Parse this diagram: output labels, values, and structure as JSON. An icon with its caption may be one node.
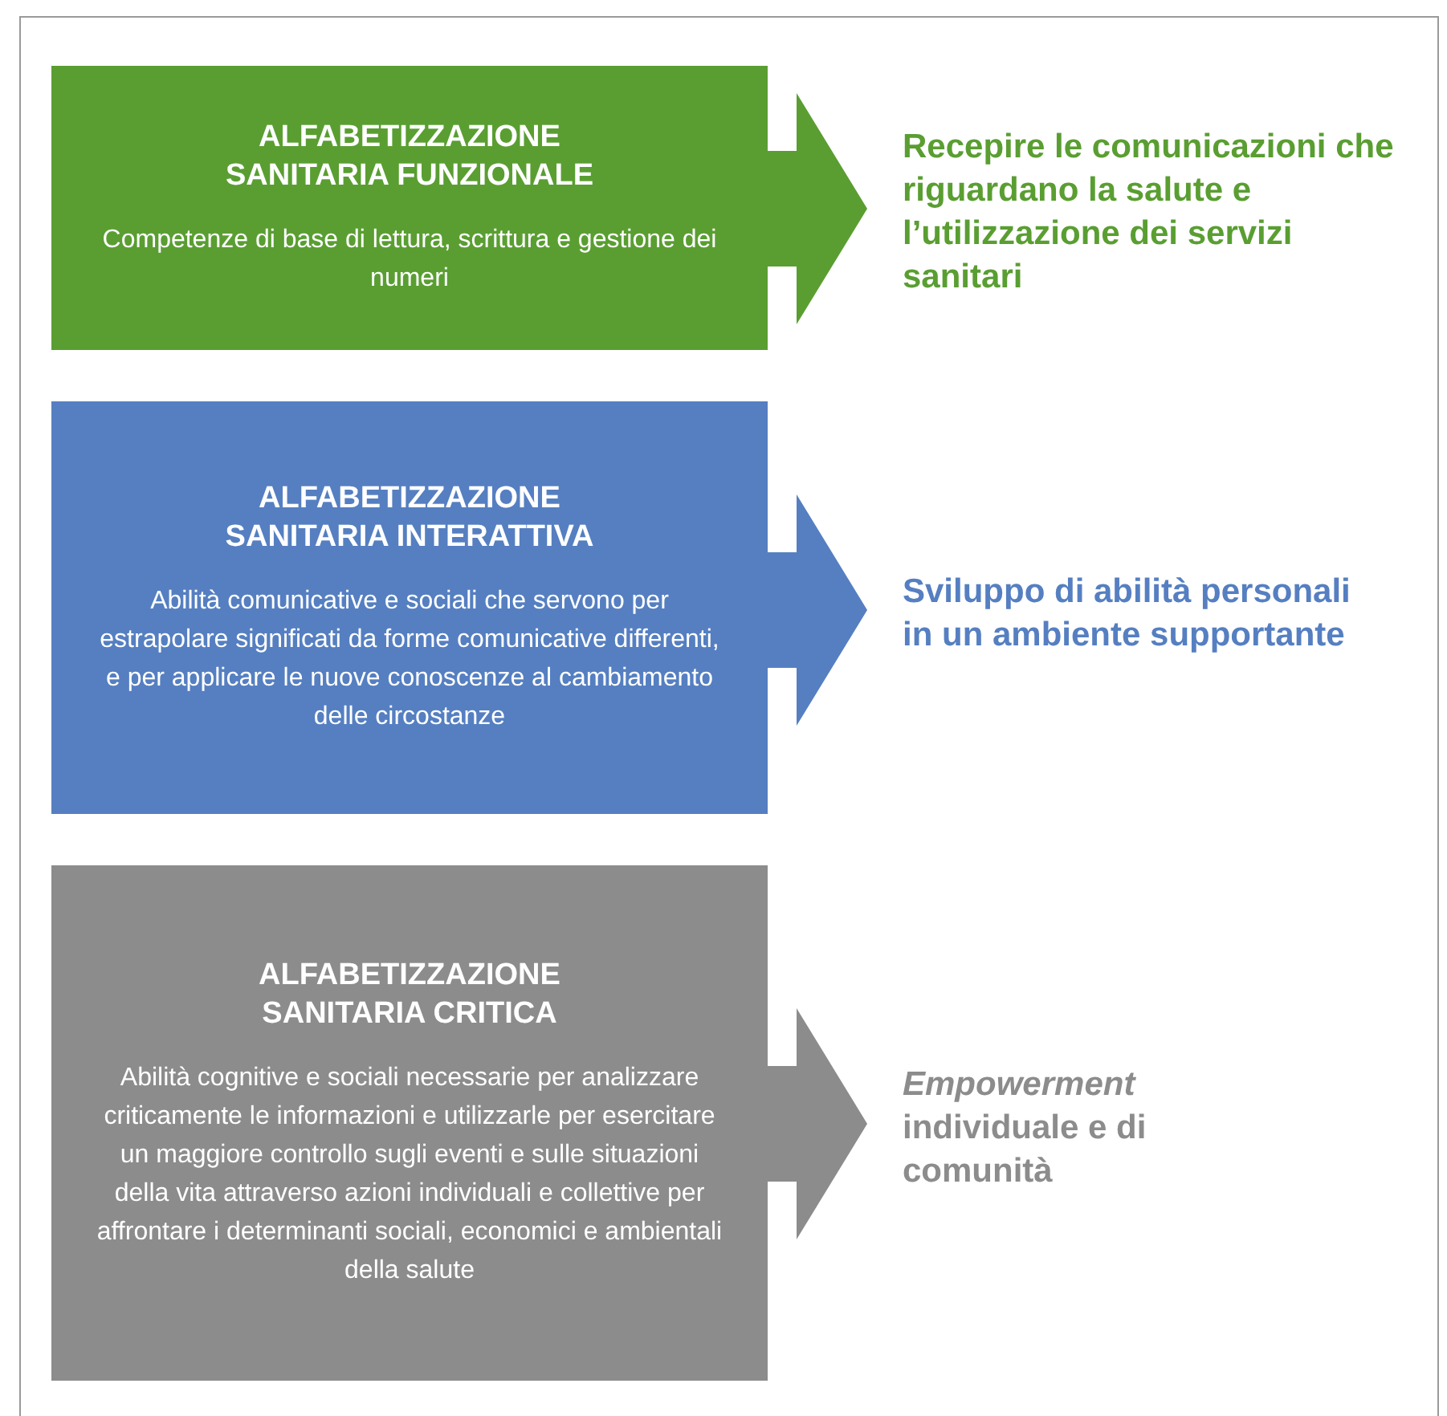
{
  "diagram": {
    "nodes": [
      {
        "text": [
          "ALFABETIZZAZIONE SANITARIA FUNZIONALE",
          "Competenze di base di lettura, scrittura e gestione dei numeri"
        ]
      },
      {
        "text": [
          "Recepire le comunicazioni che riguardano la salute e l’utilizzazione dei servizi sanitari"
        ]
      },
      {
        "text": [
          "ALFABETIZZAZIONE SANITARIA INTERATTIVA",
          "Abilità comunicative e sociali che servono per estrapolare significati da forme comunicative differenti, e per applicare le nuove conoscenze al cambiamento delle circostanze"
        ]
      },
      {
        "text": [
          "Sviluppo di abilità personali in un ambiente supportante"
        ]
      },
      {
        "text": [
          "ALFABETIZZAZIONE SANITARIA CRITICA",
          "Abilità cognitive e sociali necessarie per analizzare criticamente le informazioni e utilizzarle per esercitare un maggiore controllo sugli eventi e sulle situazioni della vita attraverso azioni individuali e collettive per affrontare i determinanti sociali, economici e ambientali della salute"
        ]
      },
      {
        "text": [
          "*Empowerment* individuale e di comunità"
        ]
      }
    ],
    "edges": [
      {
        "from": 0,
        "to": 1,
        "arrow": "to",
        "color": "#5a9e32"
      },
      {
        "from": 2,
        "to": 3,
        "arrow": "to",
        "color": "#557fc1"
      },
      {
        "from": 4,
        "to": 5,
        "arrow": "to",
        "color": "#8b8c8b"
      }
    ]
  }
}
